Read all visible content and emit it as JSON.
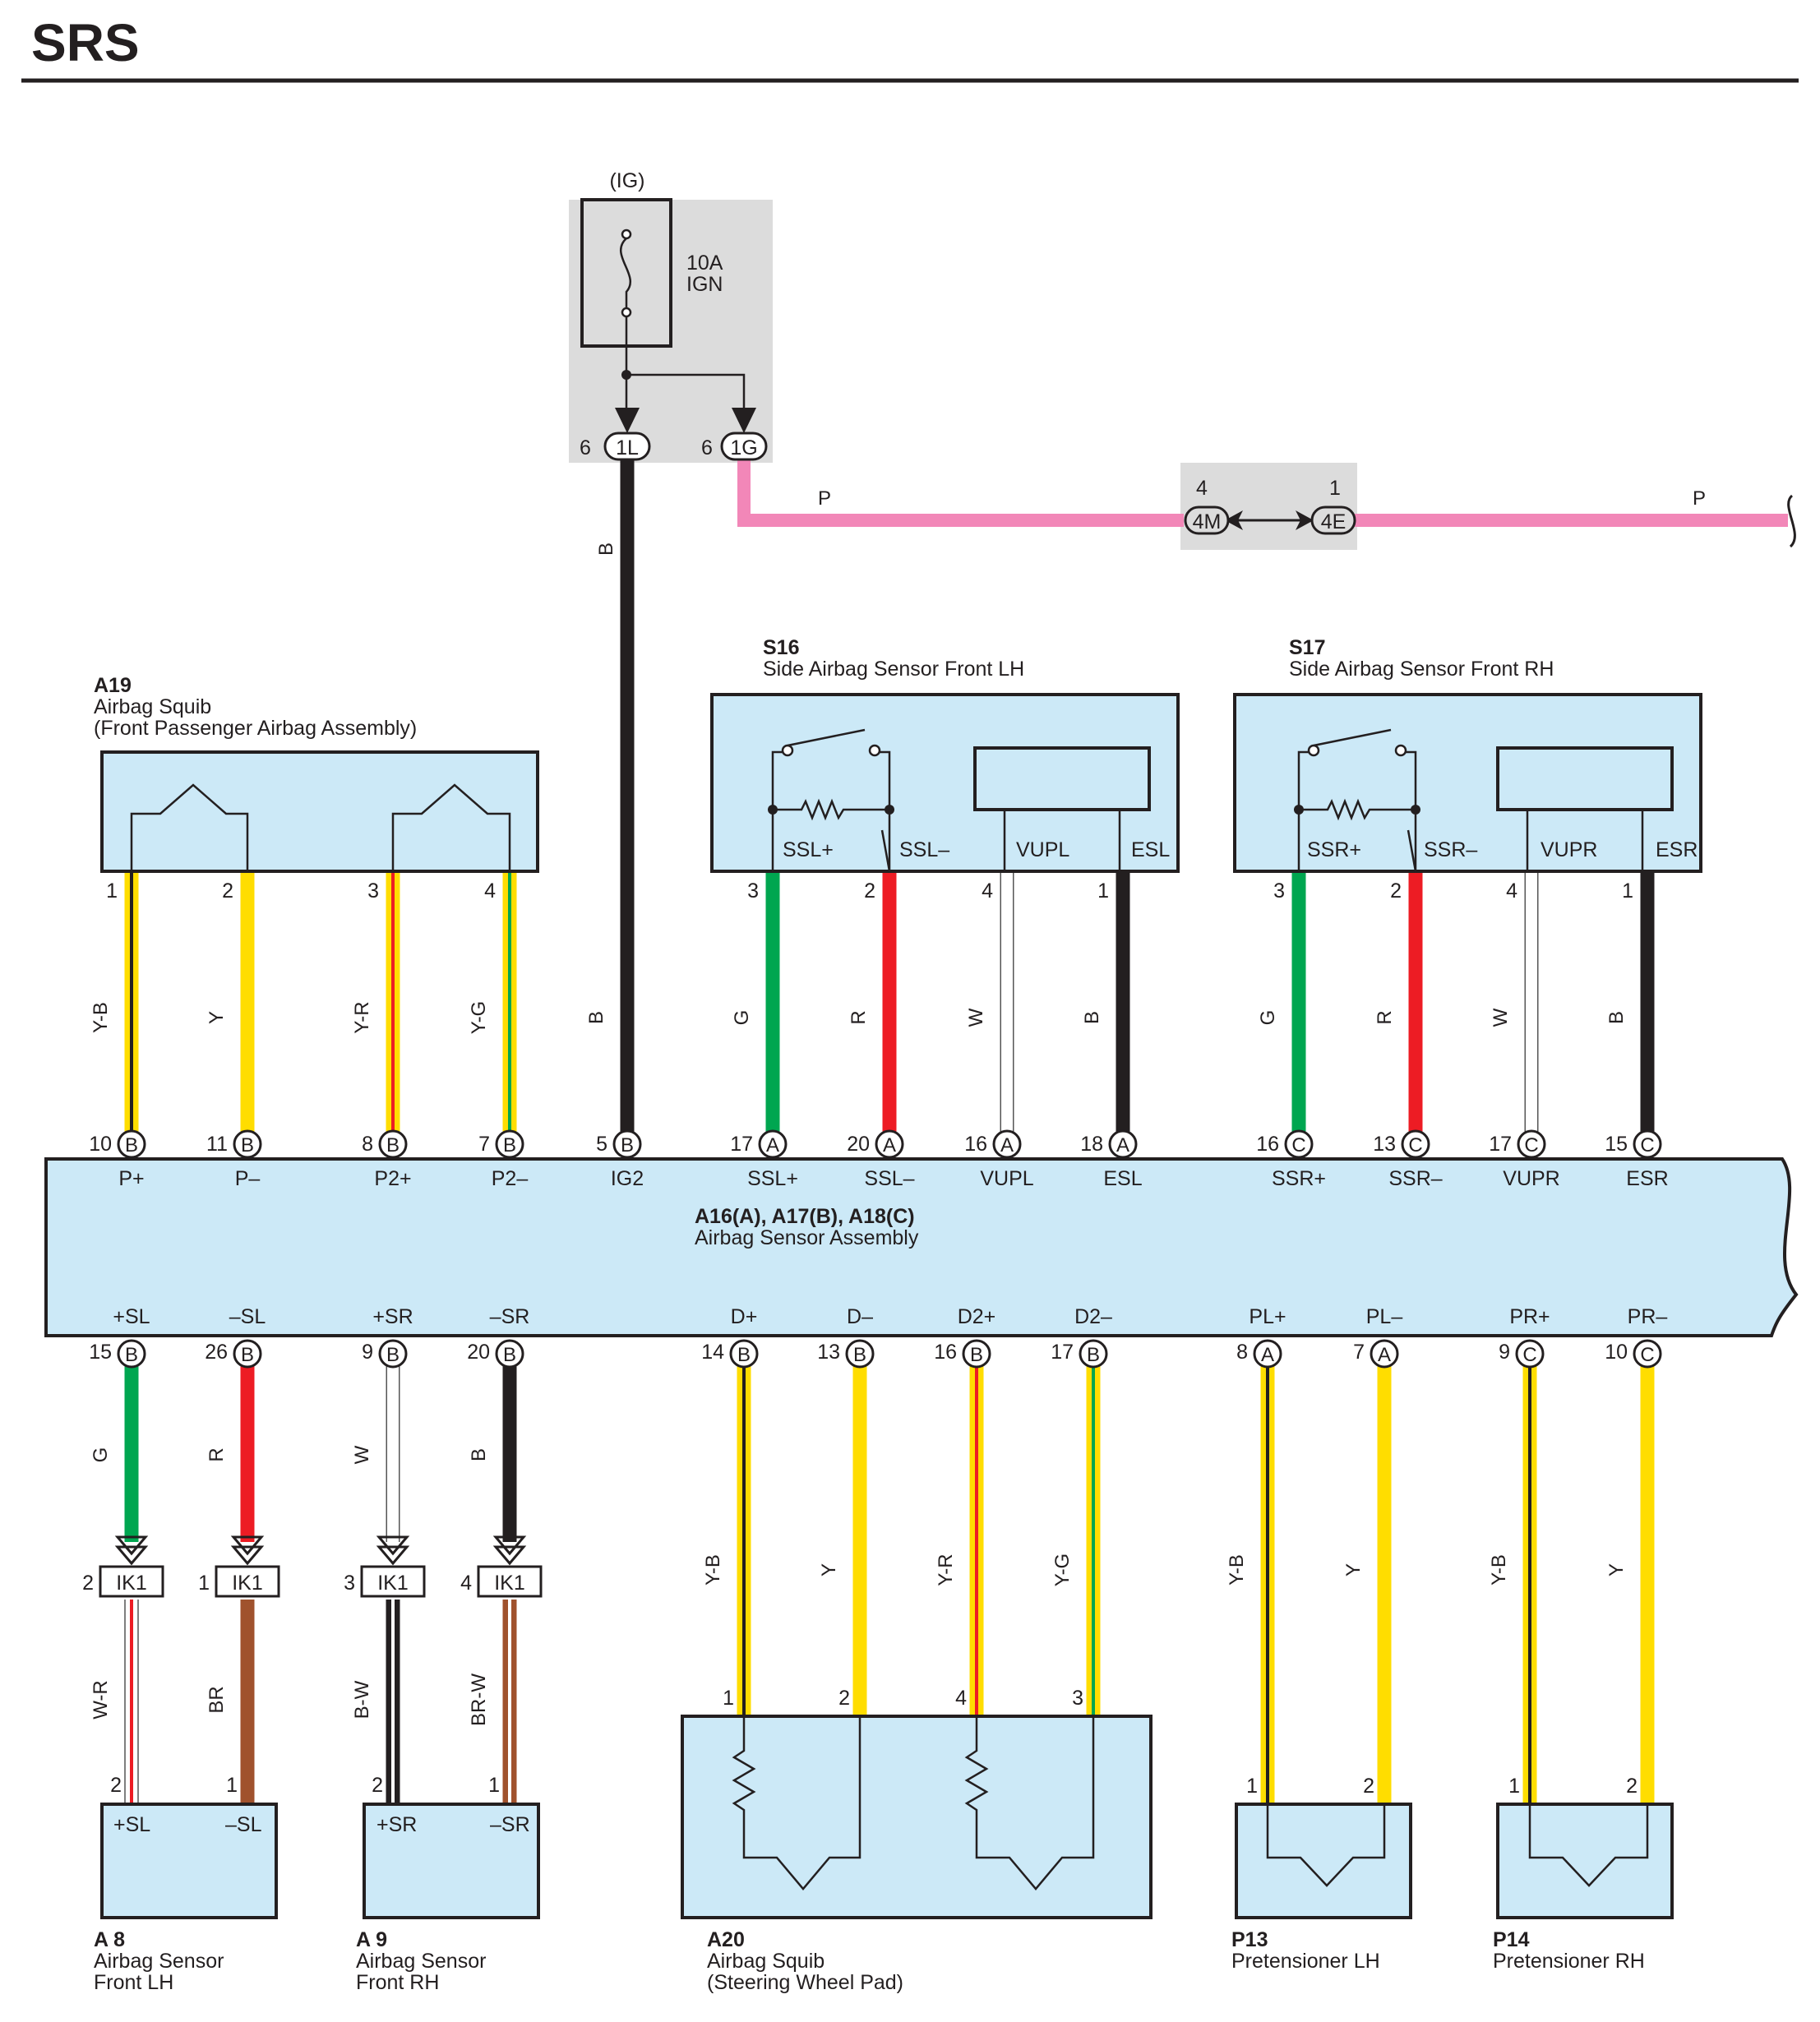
{
  "title": "SRS",
  "ig_block": {
    "label": "(IG)",
    "fuse_rating": "10A",
    "fuse_name": "IGN",
    "left_pin": "6",
    "left_connector": "1L",
    "right_pin": "6",
    "right_connector": "1G"
  },
  "junction": {
    "left_pin": "4",
    "left_connector": "4M",
    "right_pin": "1",
    "right_connector": "4E"
  },
  "colors": {
    "Y": "#ffdd00",
    "B": "#231f20",
    "G": "#00a650",
    "R": "#ed1c24",
    "W": "#ffffff",
    "BR": "#a0522d",
    "P": "#f287b8",
    "box": "#cce9f7",
    "shade": "#dcdcdc"
  },
  "components": {
    "A19": {
      "id": "A19",
      "line1": "Airbag Squib",
      "line2": "(Front Passenger Airbag Assembly)"
    },
    "S16": {
      "id": "S16",
      "line1": "Side Airbag Sensor Front LH"
    },
    "S17": {
      "id": "S17",
      "line1": "Side Airbag Sensor Front RH"
    },
    "main": {
      "id": "A16(A), A17(B), A18(C)",
      "line1": "Airbag Sensor Assembly"
    },
    "A8": {
      "id": "A 8",
      "line1": "Airbag Sensor",
      "line2": "Front LH"
    },
    "A9": {
      "id": "A 9",
      "line1": "Airbag Sensor",
      "line2": "Front RH"
    },
    "A20": {
      "id": "A20",
      "line1": "Airbag Squib",
      "line2": "(Steering Wheel Pad)"
    },
    "P13": {
      "id": "P13",
      "line1": "Pretensioner LH"
    },
    "P14": {
      "id": "P14",
      "line1": "Pretensioner RH"
    }
  },
  "s16_terminals": [
    "SSL+",
    "SSL–",
    "VUPL",
    "ESL"
  ],
  "s17_terminals": [
    "SSR+",
    "SSR–",
    "VUPR",
    "ESR"
  ],
  "a8_terminals": [
    "+SL",
    "–SL"
  ],
  "a9_terminals": [
    "+SR",
    "–SR"
  ],
  "ig_wires": [
    {
      "color": "B",
      "mid": "B"
    },
    {
      "color": "P",
      "mid": "P",
      "end": "P"
    }
  ],
  "upper_wires": [
    {
      "top_pin": "1",
      "color": "Y-B",
      "pin": "10",
      "conn": "B",
      "term": "P+"
    },
    {
      "top_pin": "2",
      "color": "Y",
      "pin": "11",
      "conn": "B",
      "term": "P–"
    },
    {
      "top_pin": "3",
      "color": "Y-R",
      "pin": "8",
      "conn": "B",
      "term": "P2+"
    },
    {
      "top_pin": "4",
      "color": "Y-G",
      "pin": "7",
      "conn": "B",
      "term": "P2–"
    },
    {
      "top_pin": "",
      "color": "B",
      "pin": "5",
      "conn": "B",
      "term": "IG2"
    },
    {
      "top_pin": "3",
      "color": "G",
      "pin": "17",
      "conn": "A",
      "term": "SSL+"
    },
    {
      "top_pin": "2",
      "color": "R",
      "pin": "20",
      "conn": "A",
      "term": "SSL–"
    },
    {
      "top_pin": "4",
      "color": "W",
      "pin": "16",
      "conn": "A",
      "term": "VUPL"
    },
    {
      "top_pin": "1",
      "color": "B",
      "pin": "18",
      "conn": "A",
      "term": "ESL"
    },
    {
      "top_pin": "3",
      "color": "G",
      "pin": "16",
      "conn": "C",
      "term": "SSR+"
    },
    {
      "top_pin": "2",
      "color": "R",
      "pin": "13",
      "conn": "C",
      "term": "SSR–"
    },
    {
      "top_pin": "4",
      "color": "W",
      "pin": "17",
      "conn": "C",
      "term": "VUPR"
    },
    {
      "top_pin": "1",
      "color": "B",
      "pin": "15",
      "conn": "C",
      "term": "ESR"
    }
  ],
  "lower_wires": [
    {
      "term": "+SL",
      "pin": "15",
      "conn": "B",
      "color": "G",
      "ik_pin": "2",
      "ik": "IK1",
      "color2": "W-R",
      "end_pin": "2"
    },
    {
      "term": "–SL",
      "pin": "26",
      "conn": "B",
      "color": "R",
      "ik_pin": "1",
      "ik": "IK1",
      "color2": "BR",
      "end_pin": "1"
    },
    {
      "term": "+SR",
      "pin": "9",
      "conn": "B",
      "color": "W",
      "ik_pin": "3",
      "ik": "IK1",
      "color2": "B-W",
      "end_pin": "2"
    },
    {
      "term": "–SR",
      "pin": "20",
      "conn": "B",
      "color": "B",
      "ik_pin": "4",
      "ik": "IK1",
      "color2": "BR-W",
      "end_pin": "1"
    },
    {
      "term": "D+",
      "pin": "14",
      "conn": "B",
      "color": "Y-B",
      "end_pin": "1"
    },
    {
      "term": "D–",
      "pin": "13",
      "conn": "B",
      "color": "Y",
      "end_pin": "2"
    },
    {
      "term": "D2+",
      "pin": "16",
      "conn": "B",
      "color": "Y-R",
      "end_pin": "4"
    },
    {
      "term": "D2–",
      "pin": "17",
      "conn": "B",
      "color": "Y-G",
      "end_pin": "3"
    },
    {
      "term": "PL+",
      "pin": "8",
      "conn": "A",
      "color": "Y-B",
      "end_pin": "1"
    },
    {
      "term": "PL–",
      "pin": "7",
      "conn": "A",
      "color": "Y",
      "end_pin": "2"
    },
    {
      "term": "PR+",
      "pin": "9",
      "conn": "C",
      "color": "Y-B",
      "end_pin": "1"
    },
    {
      "term": "PR–",
      "pin": "10",
      "conn": "C",
      "color": "Y",
      "end_pin": "2"
    }
  ]
}
